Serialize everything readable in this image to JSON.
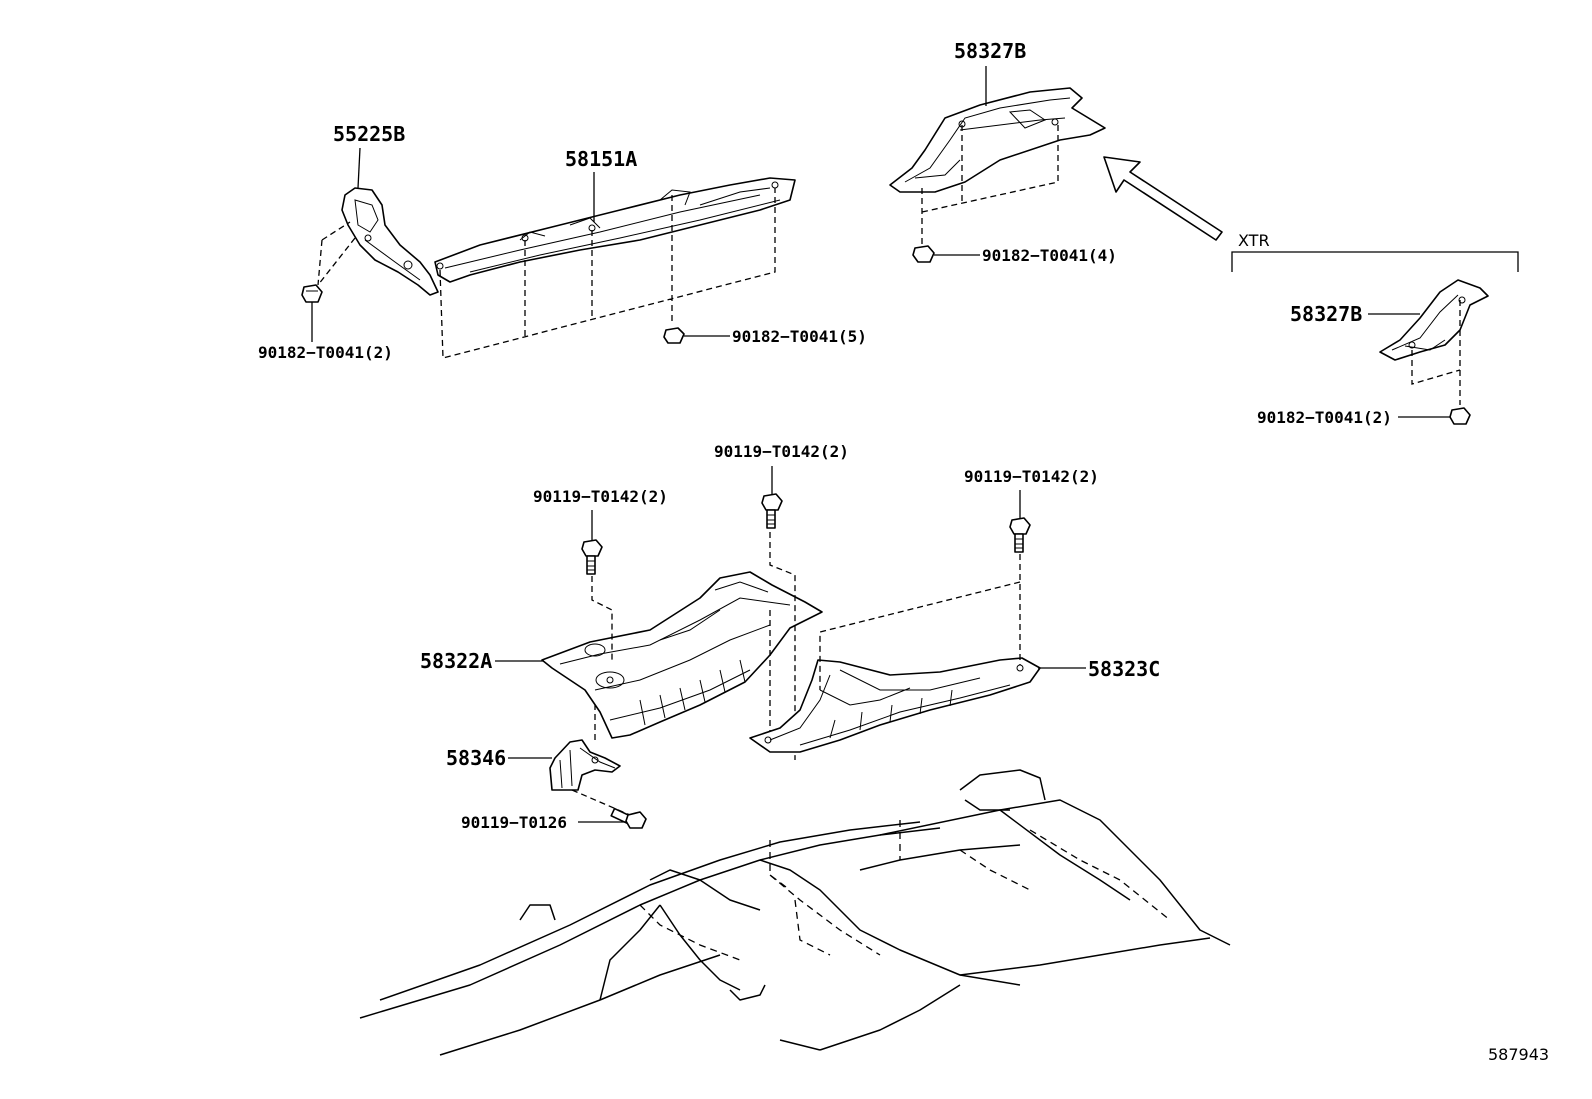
{
  "parts": {
    "p55225B": "55225B",
    "p58151A": "58151A",
    "p58327B_main": "58327B",
    "p58327B_xtr": "58327B",
    "p58322A": "58322A",
    "p58323C": "58323C",
    "p58346": "58346"
  },
  "fasteners": {
    "f_nut_2_left": "90182−T0041(2)",
    "f_nut_5": "90182−T0041(5)",
    "f_nut_4": "90182−T0041(4)",
    "f_nut_2_xtr": "90182−T0041(2)",
    "f_bolt_142_left": "90119−T0142(2)",
    "f_bolt_142_mid": "90119−T0142(2)",
    "f_bolt_142_right": "90119−T0142(2)",
    "f_bolt_126": "90119−T0126"
  },
  "variant_label": "XTR",
  "figure_number": "587943"
}
